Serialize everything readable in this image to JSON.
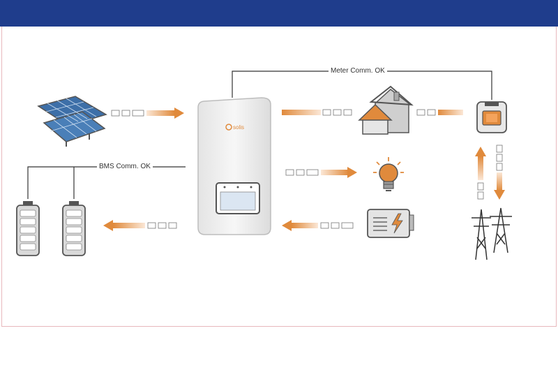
{
  "header": {
    "bar_color": "#1f3d8c"
  },
  "links": {
    "meter_comm": "Meter Comm. OK",
    "bms_comm": "BMS Comm. OK"
  },
  "inverter": {
    "brand": "solis"
  },
  "colors": {
    "flow": "#e08a3c",
    "line": "#333333",
    "inverter_body": "#f2f2f2"
  },
  "icons": [
    "solar-panel-icon",
    "inverter-icon",
    "house-icon",
    "meter-icon",
    "light-bulb-icon",
    "generator-icon",
    "grid-tower-icon",
    "battery-icon"
  ]
}
